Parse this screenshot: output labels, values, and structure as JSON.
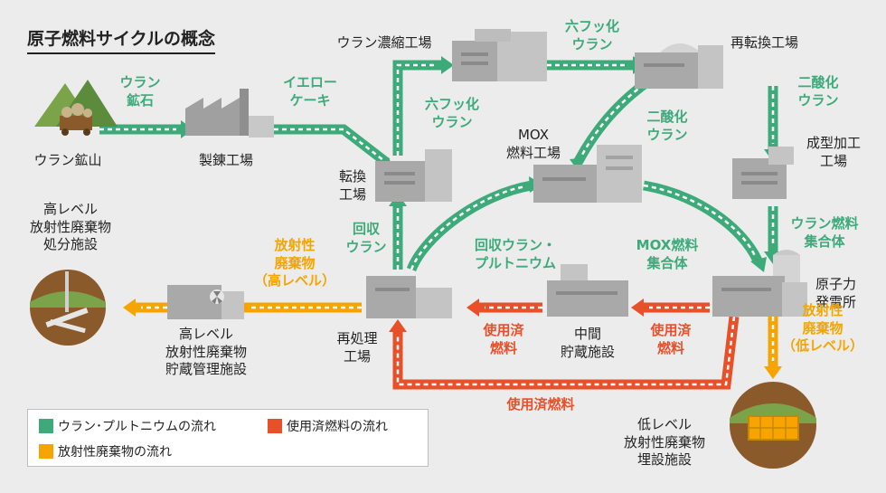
{
  "title": "原子燃料サイクルの概念",
  "facilities": {
    "uranium_mine": "ウラン鉱山",
    "refinery": "製錬工場",
    "conversion": "転換\n工場",
    "enrichment": "ウラン濃縮工場",
    "reconversion": "再転換工場",
    "fabrication": "成型加工\n工場",
    "mox_plant": "MOX\n燃料工場",
    "power_plant": "原子力\n発電所",
    "interim_storage": "中間\n貯蔵施設",
    "reprocessing": "再処理\n工場",
    "hlw_storage": "高レベル\n放射性廃棄物\n貯蔵管理施設",
    "hlw_disposal": "高レベル\n放射性廃棄物\n処分施設",
    "llw_disposal": "低レベル\n放射性廃棄物\n埋設施設"
  },
  "flow_labels": {
    "uranium_ore": "ウラン\n鉱石",
    "yellowcake": "イエロー\nケーキ",
    "uf6_left": "六フッ化\nウラン",
    "uf6_top": "六フッ化\nウラン",
    "uo2_right": "二酸化\nウラン",
    "uo2_center": "二酸化\nウラン",
    "fuel_assembly": "ウラン燃料\n集合体",
    "mox_assembly": "MOX燃料\n集合体",
    "recovered_u_pu": "回収ウラン・\nプルトニウム",
    "recovered_u": "回収\nウラン",
    "hlw_flow": "放射性\n廃棄物\n（高レベル）",
    "llw_flow": "放射性\n廃棄物\n（低レベル）",
    "spent_fuel_1": "使用済\n燃料",
    "spent_fuel_2": "使用済\n燃料",
    "spent_fuel_bottom": "使用済燃料"
  },
  "legend": {
    "green": "ウラン･プルトニウムの流れ",
    "red": "使用済燃料の流れ",
    "orange": "放射性廃棄物の流れ"
  },
  "colors": {
    "green": "#3daa7a",
    "red": "#e8502a",
    "orange": "#f5a400",
    "building": "#b5b5b5",
    "background": "#ececec"
  }
}
